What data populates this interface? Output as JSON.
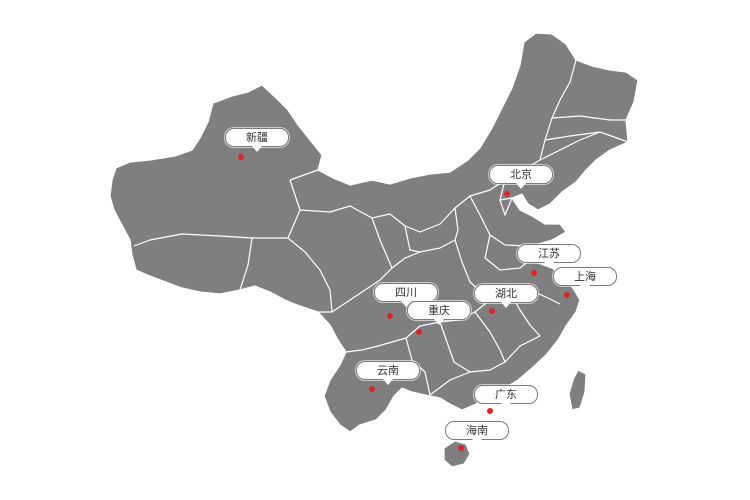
{
  "map": {
    "land_color": "#7f7f7f",
    "border_color": "#ffffff",
    "marker_color": "#d9262b"
  },
  "markers": [
    {
      "id": "xinjiang",
      "label": "新疆"
    },
    {
      "id": "beijing",
      "label": "北京"
    },
    {
      "id": "jiangsu",
      "label": "江苏"
    },
    {
      "id": "shanghai",
      "label": "上海"
    },
    {
      "id": "hubei",
      "label": "湖北"
    },
    {
      "id": "sichuan",
      "label": "四川"
    },
    {
      "id": "chongqing",
      "label": "重庆"
    },
    {
      "id": "yunnan",
      "label": "云南"
    },
    {
      "id": "guangdong",
      "label": "广东"
    },
    {
      "id": "hainan",
      "label": "海南"
    }
  ]
}
